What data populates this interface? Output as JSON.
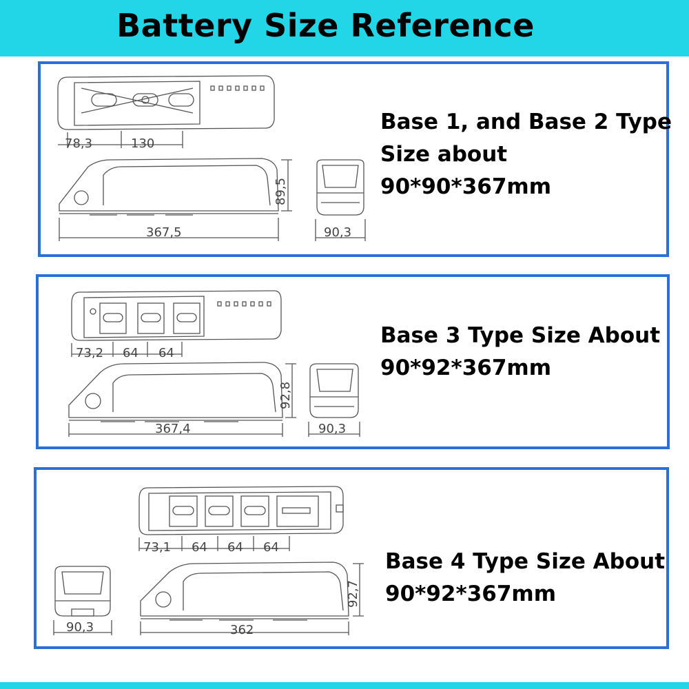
{
  "title": "Battery Size Reference",
  "sections": [
    {
      "lines": [
        "Base 1, and Base 2 Type",
        "Size about",
        "90*90*367mm"
      ],
      "dims": {
        "offset": "78,3",
        "spacing": "130",
        "height": "89,5",
        "length": "367,5",
        "width": "90,3"
      }
    },
    {
      "lines": [
        "Base 3 Type Size About",
        "90*92*367mm"
      ],
      "dims": {
        "offset": "73,2",
        "s1": "64",
        "s2": "64",
        "height": "92,8",
        "length": "367,4",
        "width": "90,3"
      }
    },
    {
      "lines": [
        "Base 4 Type Size About",
        "90*92*367mm"
      ],
      "dims": {
        "offset": "73,1",
        "s1": "64",
        "s2": "64",
        "s3": "64",
        "height": "92,7",
        "length": "362",
        "width": "90,3"
      }
    }
  ],
  "colors": {
    "header": "#22d6e8",
    "panel_border": "#2c6fd6"
  }
}
